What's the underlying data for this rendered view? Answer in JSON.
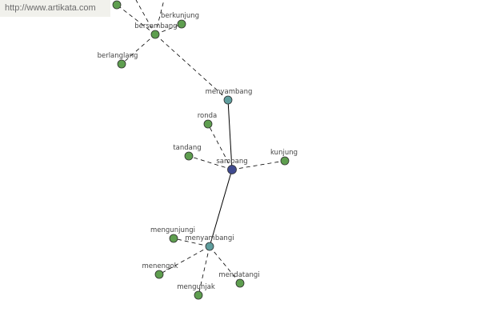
{
  "watermark": "http://www.artikata.com",
  "colors": {
    "node_leaf": "#5e9e4f",
    "node_hub": "#5f9e9e",
    "node_center": "#3f4a8f",
    "node_stroke": "#2e2e2e"
  },
  "nodes": [
    {
      "id": "sambang",
      "label": "sambang",
      "kind": "center"
    },
    {
      "id": "menyambang",
      "label": "menyambang",
      "kind": "hub"
    },
    {
      "id": "menyambangi",
      "label": "menyambangi",
      "kind": "hub"
    },
    {
      "id": "bersambang",
      "label": "bersambang",
      "kind": "leaf"
    },
    {
      "id": "berkunjung",
      "label": "berkunjung",
      "kind": "leaf"
    },
    {
      "id": "berlanglang",
      "label": "berlanglang",
      "kind": "leaf"
    },
    {
      "id": "ronda",
      "label": "ronda",
      "kind": "leaf"
    },
    {
      "id": "tandang",
      "label": "tandang",
      "kind": "leaf"
    },
    {
      "id": "kunjung",
      "label": "kunjung",
      "kind": "leaf"
    },
    {
      "id": "mengunjungi",
      "label": "mengunjungi",
      "kind": "leaf"
    },
    {
      "id": "menengok",
      "label": "menengok",
      "kind": "leaf"
    },
    {
      "id": "mengunjak",
      "label": "mengunjak",
      "kind": "leaf"
    },
    {
      "id": "mendatangi",
      "label": "mendatangi",
      "kind": "leaf"
    },
    {
      "id": "top-partial",
      "label": "",
      "kind": "leaf"
    }
  ],
  "edges": [
    {
      "from": "sambang",
      "to": "menyambang",
      "style": "solid"
    },
    {
      "from": "sambang",
      "to": "menyambangi",
      "style": "solid"
    },
    {
      "from": "sambang",
      "to": "ronda",
      "style": "dashed"
    },
    {
      "from": "sambang",
      "to": "tandang",
      "style": "dashed"
    },
    {
      "from": "sambang",
      "to": "kunjung",
      "style": "dashed"
    },
    {
      "from": "menyambang",
      "to": "bersambang",
      "style": "dashed"
    },
    {
      "from": "bersambang",
      "to": "berkunjung",
      "style": "dashed"
    },
    {
      "from": "bersambang",
      "to": "berlanglang",
      "style": "dashed"
    },
    {
      "from": "bersambang",
      "to": "top-partial",
      "style": "dashed"
    },
    {
      "from": "menyambangi",
      "to": "mengunjungi",
      "style": "dashed"
    },
    {
      "from": "menyambangi",
      "to": "menengok",
      "style": "dashed"
    },
    {
      "from": "menyambangi",
      "to": "mengunjak",
      "style": "dashed"
    },
    {
      "from": "menyambangi",
      "to": "mendatangi",
      "style": "dashed"
    }
  ]
}
